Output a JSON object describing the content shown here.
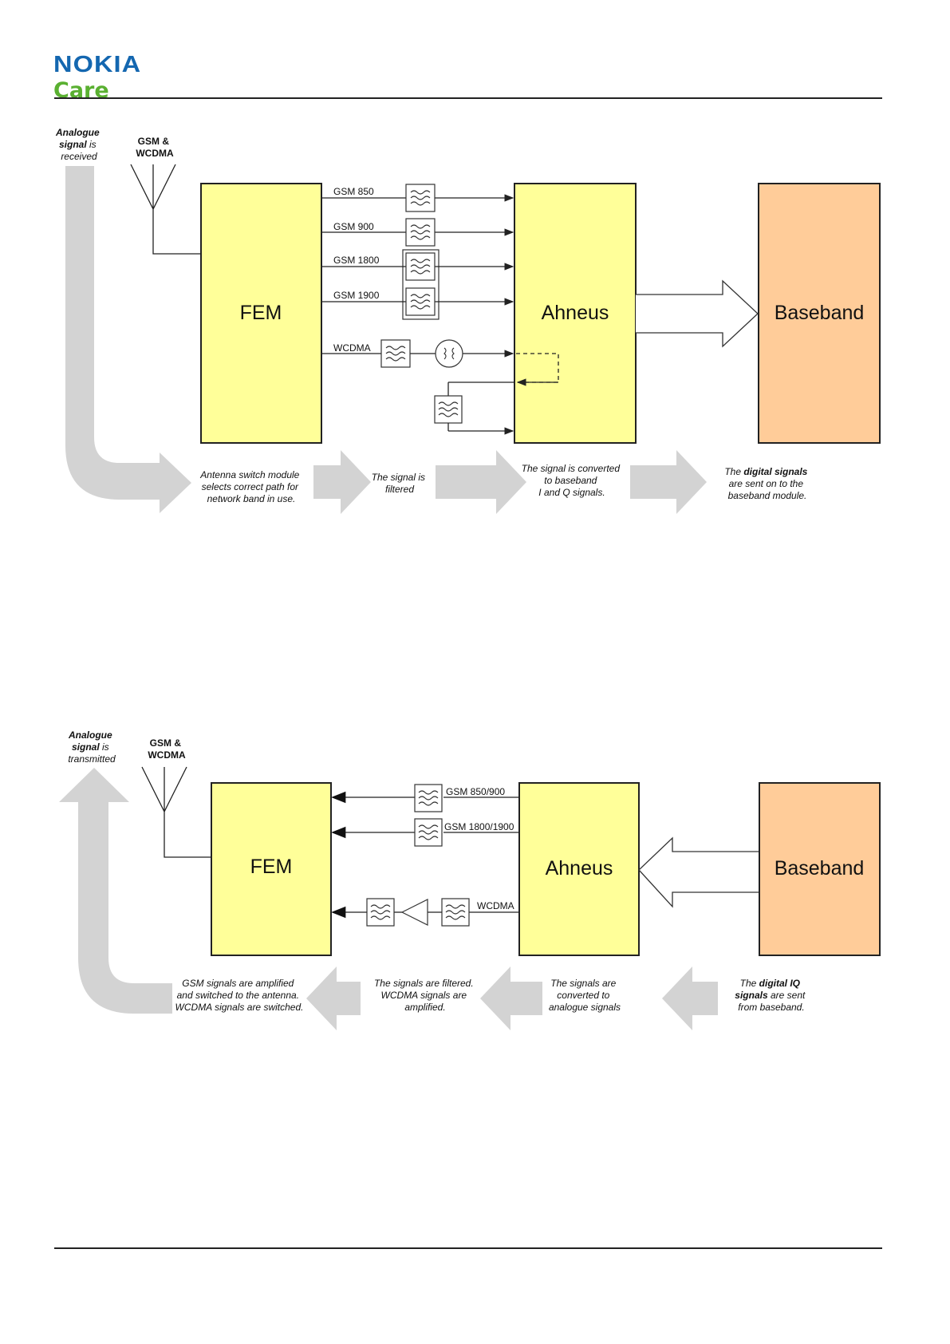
{
  "header": {
    "brand": "NOKIA",
    "brand_sub": "Care"
  },
  "receive": {
    "source_note": [
      "Analogue",
      "signal",
      " is",
      "received"
    ],
    "antenna_label": [
      "GSM &",
      "WCDMA"
    ],
    "fem_label": "FEM",
    "ahneus_label": "Ahneus",
    "baseband_label": "Baseband",
    "bands": [
      "GSM 850",
      "GSM 900",
      "GSM 1800",
      "GSM 1900",
      "WCDMA"
    ],
    "captions": {
      "switch": [
        "Antenna switch module",
        "selects correct path for",
        "network band in use."
      ],
      "filter": [
        "The signal is",
        "filtered"
      ],
      "convert": [
        "The signal is converted",
        "to baseband",
        "I and Q signals."
      ],
      "digital": [
        "The ",
        "digital signals",
        "are sent on to the",
        "baseband module."
      ]
    }
  },
  "transmit": {
    "source_note": [
      "Analogue",
      "signal",
      " is",
      "transmitted"
    ],
    "antenna_label": [
      "GSM &",
      "WCDMA"
    ],
    "fem_label": "FEM",
    "ahneus_label": "Ahneus",
    "baseband_label": "Baseband",
    "bands": [
      "GSM 850/900",
      "GSM 1800/1900",
      "WCDMA"
    ],
    "captions": {
      "amplify": [
        "GSM signals are amplified",
        "and switched to the antenna.",
        "WCDMA signals are switched."
      ],
      "filter": [
        "The signals are filtered.",
        "WCDMA signals are",
        "amplified."
      ],
      "convert": [
        "The signals are",
        "converted to",
        "analogue signals"
      ],
      "digital": [
        "The ",
        "digital IQ",
        "signals",
        " are sent",
        "from baseband."
      ]
    }
  },
  "colors": {
    "block_yellow": "#ffff99",
    "block_orange": "#ffcc99",
    "flow_arrow_gray": "#d3d3d3",
    "nokia_blue": "#1467b0",
    "care_green": "#5ab031"
  }
}
